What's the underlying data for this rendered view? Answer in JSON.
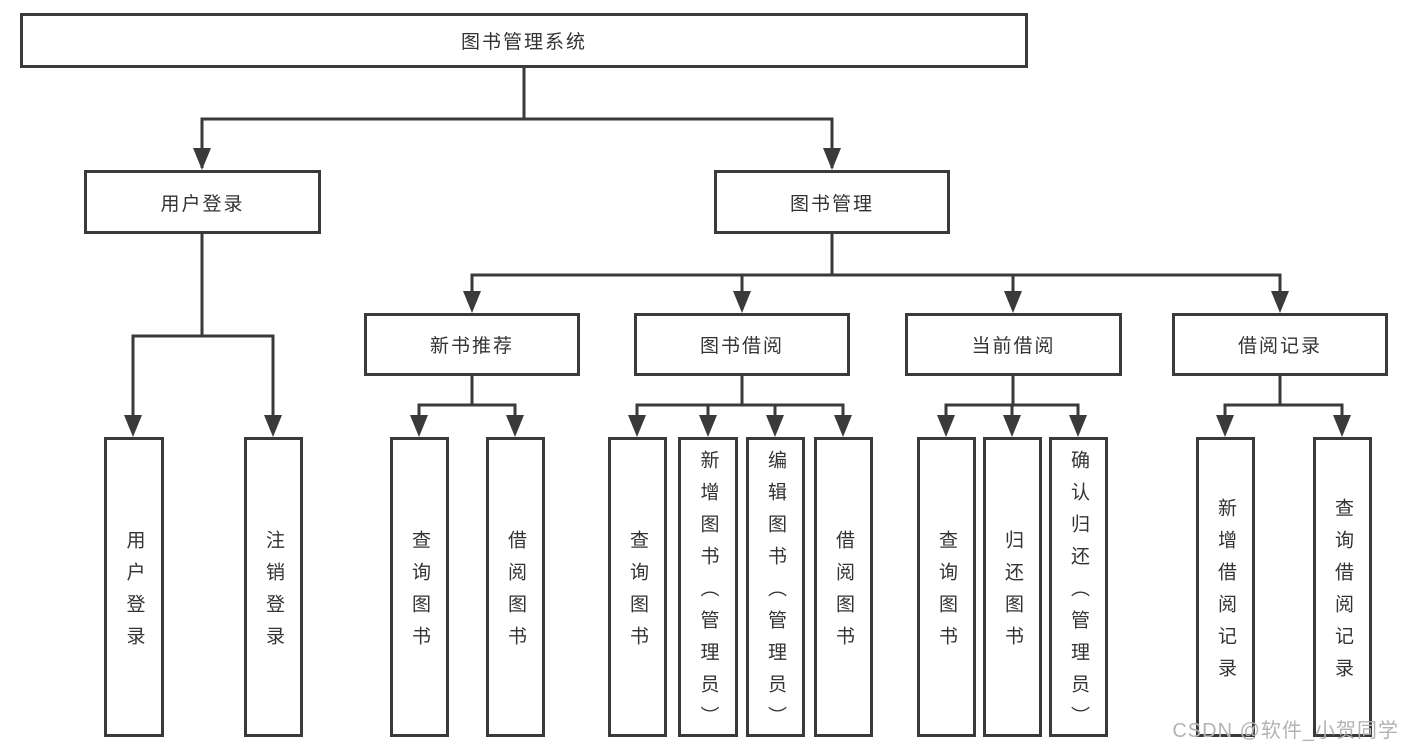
{
  "tree": {
    "root": "图书管理系统",
    "children": [
      {
        "label": "用户登录",
        "leaves": [
          "用户登录",
          "注销登录"
        ]
      },
      {
        "label": "图书管理",
        "children": [
          {
            "label": "新书推荐",
            "leaves": [
              "查询图书",
              "借阅图书"
            ]
          },
          {
            "label": "图书借阅",
            "leaves": [
              "查询图书",
              "新增图书（管理员）",
              "编辑图书（管理员）",
              "借阅图书"
            ]
          },
          {
            "label": "当前借阅",
            "leaves": [
              "查询图书",
              "归还图书",
              "确认归还（管理员）"
            ]
          },
          {
            "label": "借阅记录",
            "leaves": [
              "新增借阅记录",
              "查询借阅记录"
            ]
          }
        ]
      }
    ]
  },
  "watermark": "CSDN @软件_小贺同学",
  "colors": {
    "line": "#3a3a3a",
    "box_border": "#3a3a3a",
    "text": "#333333",
    "watermark": "#b3b3b3",
    "background": "#ffffff"
  }
}
